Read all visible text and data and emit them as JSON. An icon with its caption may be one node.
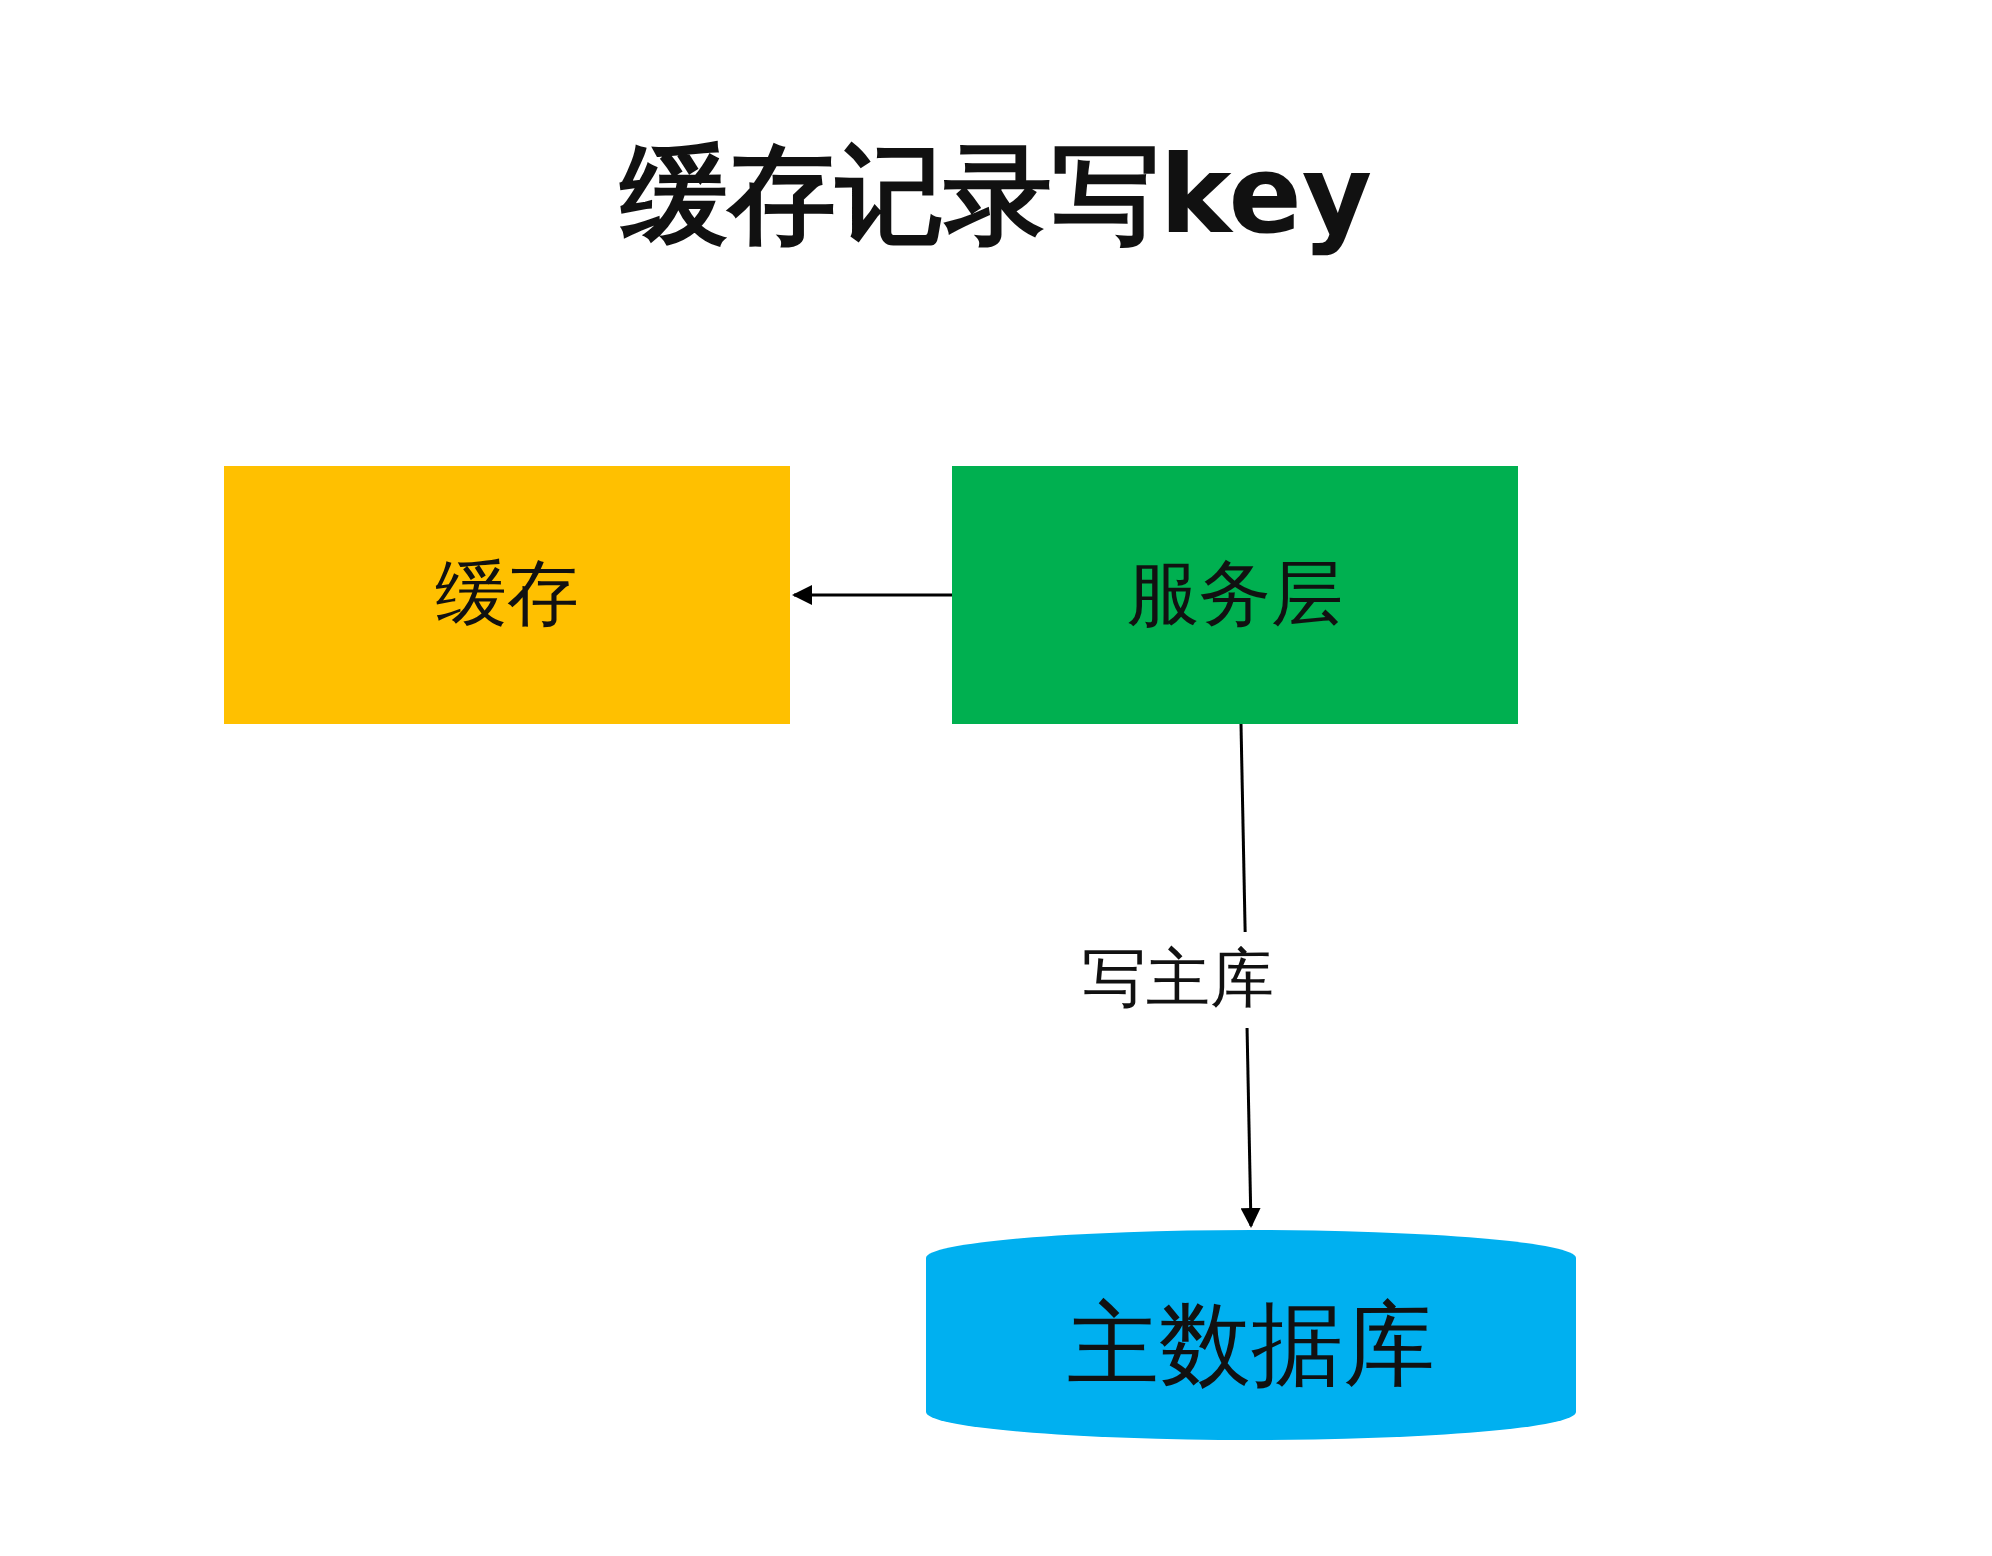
{
  "diagram": {
    "title": "缓存记录写key",
    "nodes": [
      {
        "text": [
          "缓存"
        ]
      },
      {
        "text": [
          "服务层"
        ]
      },
      {
        "text": [
          "主数据库"
        ]
      }
    ],
    "edges": [
      {
        "from": 1,
        "to": 0,
        "arrow": "to"
      },
      {
        "from": 1,
        "to": 2,
        "arrow": "to",
        "label": "写主库"
      }
    ]
  }
}
